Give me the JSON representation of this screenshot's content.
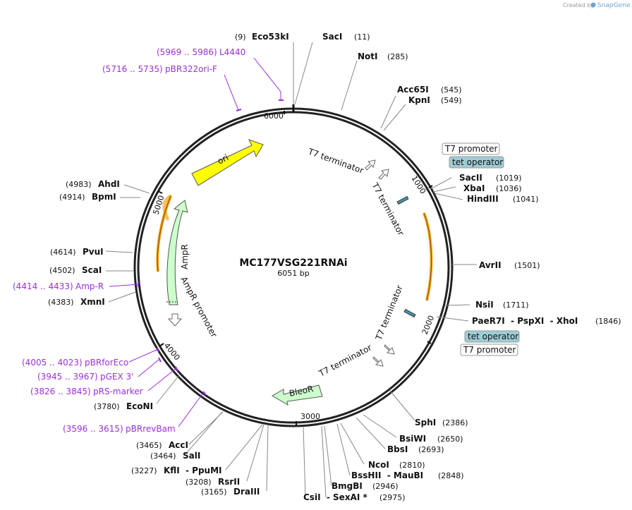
{
  "brand": {
    "prefix": "Created by",
    "name": "SnapGene"
  },
  "plasmid": {
    "name": "MC177VSG221RNAi",
    "length_label": "6051 bp",
    "length": 6051
  },
  "ticks": [
    "1000",
    "2000",
    "3000",
    "4000",
    "5000",
    "6000"
  ],
  "sites": [
    {
      "pos": "(9)",
      "name": "Eco53kI"
    },
    {
      "pos": "(11)",
      "name": "SacI"
    },
    {
      "pos": "(285)",
      "name": "NotI"
    },
    {
      "pos": "(545)",
      "name": "Acc65I"
    },
    {
      "pos": "(549)",
      "name": "KpnI"
    },
    {
      "pos": "(1019)",
      "name": "SacII"
    },
    {
      "pos": "(1036)",
      "name": "XbaI"
    },
    {
      "pos": "(1041)",
      "name": "HindIII"
    },
    {
      "pos": "(1501)",
      "name": "AvrII"
    },
    {
      "pos": "(1711)",
      "name": "NsiI"
    },
    {
      "pos": "(1846)",
      "name": "PaeR7I  - PspXI  - XhoI"
    },
    {
      "pos": "(2386)",
      "name": "SphI"
    },
    {
      "pos": "(2650)",
      "name": "BsiWI"
    },
    {
      "pos": "(2693)",
      "name": "BbsI"
    },
    {
      "pos": "(2810)",
      "name": "NcoI"
    },
    {
      "pos": "(2848)",
      "name": "BssHII  - MauBI"
    },
    {
      "pos": "(2946)",
      "name": "BmgBI"
    },
    {
      "pos": "(2975)",
      "name": "CsiI  - SexAI *"
    },
    {
      "pos": "(3165)",
      "name": "DraIII"
    },
    {
      "pos": "(3208)",
      "name": "RsrII"
    },
    {
      "pos": "(3227)",
      "name": "KflI  - PpuMI"
    },
    {
      "pos": "(3464)",
      "name": "SalI"
    },
    {
      "pos": "(3465)",
      "name": "AccI"
    },
    {
      "pos": "(3780)",
      "name": "EcoNI"
    },
    {
      "pos": "(4383)",
      "name": "XmnI"
    },
    {
      "pos": "(4502)",
      "name": "ScaI"
    },
    {
      "pos": "(4614)",
      "name": "PvuI"
    },
    {
      "pos": "(4914)",
      "name": "BpmI"
    },
    {
      "pos": "(4983)",
      "name": "AhdI"
    }
  ],
  "primers": [
    {
      "range": "(5969 .. 5986)",
      "name": "L4440"
    },
    {
      "range": "(5716 .. 5735)",
      "name": "pBR322ori-F"
    },
    {
      "range": "(4414 .. 4433)",
      "name": "Amp-R"
    },
    {
      "range": "(4005 .. 4023)",
      "name": "pBRforEco"
    },
    {
      "range": "(3945 .. 3967)",
      "name": "pGEX 3'"
    },
    {
      "range": "(3826 .. 3845)",
      "name": "pRS-marker"
    },
    {
      "range": "(3596 .. 3615)",
      "name": "pBRrevBam"
    }
  ],
  "features": {
    "ori": "ori",
    "ampr": "AmpR",
    "ampr_promoter": "AmpR promoter",
    "bleor": "BleoR",
    "t7_terminators": [
      "T7 terminator",
      "T7 terminator",
      "T7 terminator",
      "T7 terminator"
    ],
    "t7_promoter_top": "T7 promoter",
    "tet_operator_top": "tet operator",
    "t7_promoter_bottom": "T7 promoter",
    "tet_operator_bottom": "tet operator"
  },
  "colors": {
    "primer": "#9b30d9",
    "ori": "#ffff00",
    "ampr": "#ccffcc",
    "bleor": "#ccffcc",
    "tet_operator": "#9fcdd6",
    "orange_arc": "#f7a520",
    "brand_blue": "#6aa5d8"
  }
}
